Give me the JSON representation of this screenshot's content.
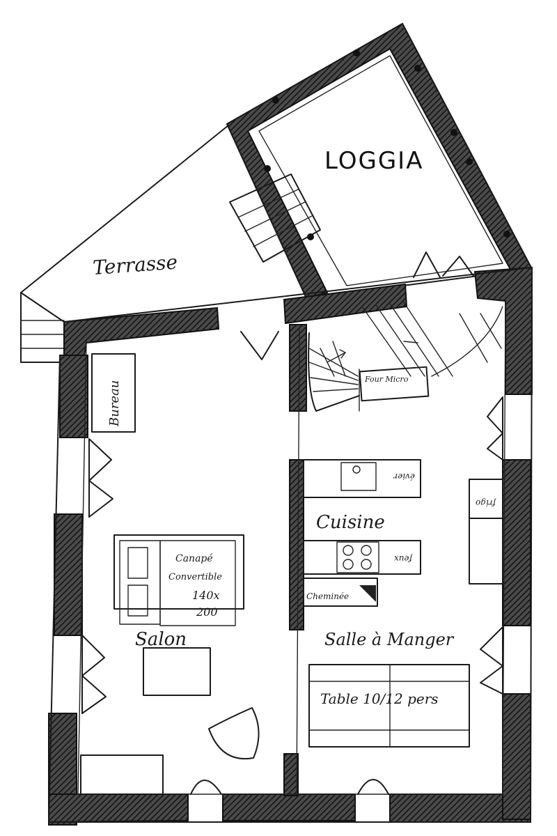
{
  "plan": {
    "rooms": {
      "loggia": "LOGGIA",
      "terrasse": "Terrasse",
      "salon": "Salon",
      "cuisine": "Cuisine",
      "salle_a_manger": "Salle à Manger"
    },
    "furniture": {
      "bureau": "Bureau",
      "four_micro": "Four Micro",
      "canape_line1": "Canapé",
      "canape_line2": "Convertible",
      "canape_line3": "140x",
      "canape_line4": "200",
      "table": "Table 10/12 pers",
      "cheminee": "Cheminée",
      "evier": "évier",
      "feux": "feux",
      "frigo": "frigo"
    }
  }
}
